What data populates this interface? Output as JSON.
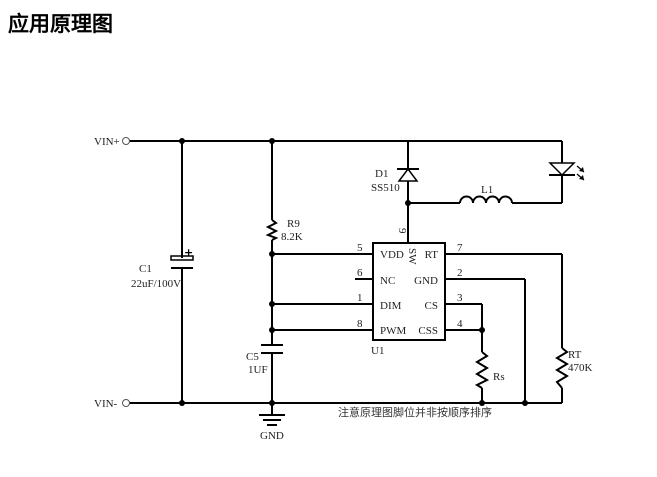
{
  "title": "应用原理图",
  "labels": {
    "vin_plus": "VIN+",
    "vin_minus": "VIN-",
    "c1_name": "C1",
    "c1_value": "22uF/100V",
    "r9_name": "R9",
    "r9_value": "8.2K",
    "c5_name": "C5",
    "c5_value": "1UF",
    "gnd": "GND",
    "d1_name": "D1",
    "d1_value": "SS510",
    "l1_name": "L1",
    "u1_name": "U1",
    "rs_name": "Rs",
    "rt_name": "RT",
    "rt_value": "470K",
    "note": "注意原理图脚位并非按顺序排序"
  },
  "chip": {
    "pins_left": [
      {
        "num": "5",
        "name": "VDD"
      },
      {
        "num": "6",
        "name": "NC"
      },
      {
        "num": "1",
        "name": "DIM"
      },
      {
        "num": "8",
        "name": "PWM"
      }
    ],
    "pins_right": [
      {
        "num": "7",
        "name": "RT"
      },
      {
        "num": "2",
        "name": "GND"
      },
      {
        "num": "3",
        "name": "CS"
      },
      {
        "num": "4",
        "name": "CSS"
      }
    ],
    "top_pin": {
      "num": "9",
      "name": "SW"
    }
  }
}
